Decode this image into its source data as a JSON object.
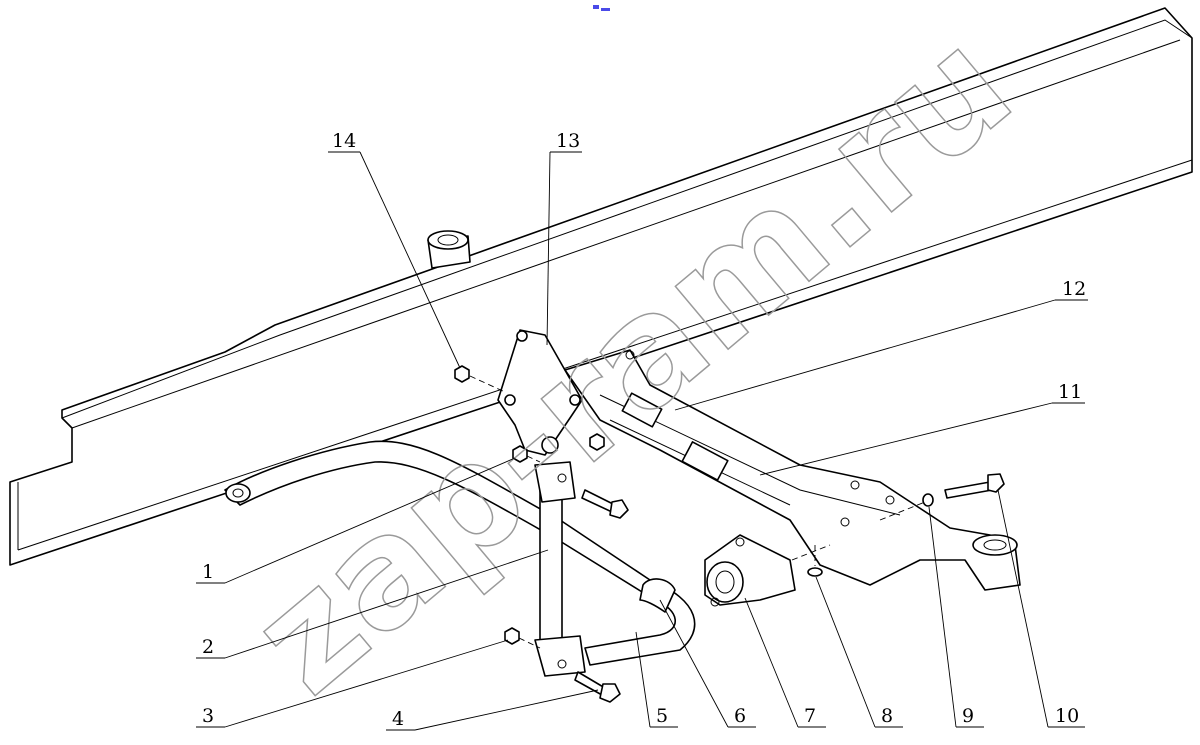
{
  "diagram": {
    "watermark": "zap-ram.ru",
    "accent_mark_color": "#4a4ae8",
    "callouts": [
      {
        "id": "1",
        "label": "1"
      },
      {
        "id": "2",
        "label": "2"
      },
      {
        "id": "3",
        "label": "3"
      },
      {
        "id": "4",
        "label": "4"
      },
      {
        "id": "5",
        "label": "5"
      },
      {
        "id": "6",
        "label": "6"
      },
      {
        "id": "7",
        "label": "7"
      },
      {
        "id": "8",
        "label": "8"
      },
      {
        "id": "9",
        "label": "9"
      },
      {
        "id": "10",
        "label": "10"
      },
      {
        "id": "11",
        "label": "11"
      },
      {
        "id": "12",
        "label": "12"
      },
      {
        "id": "13",
        "label": "13"
      },
      {
        "id": "14",
        "label": "14"
      }
    ]
  }
}
